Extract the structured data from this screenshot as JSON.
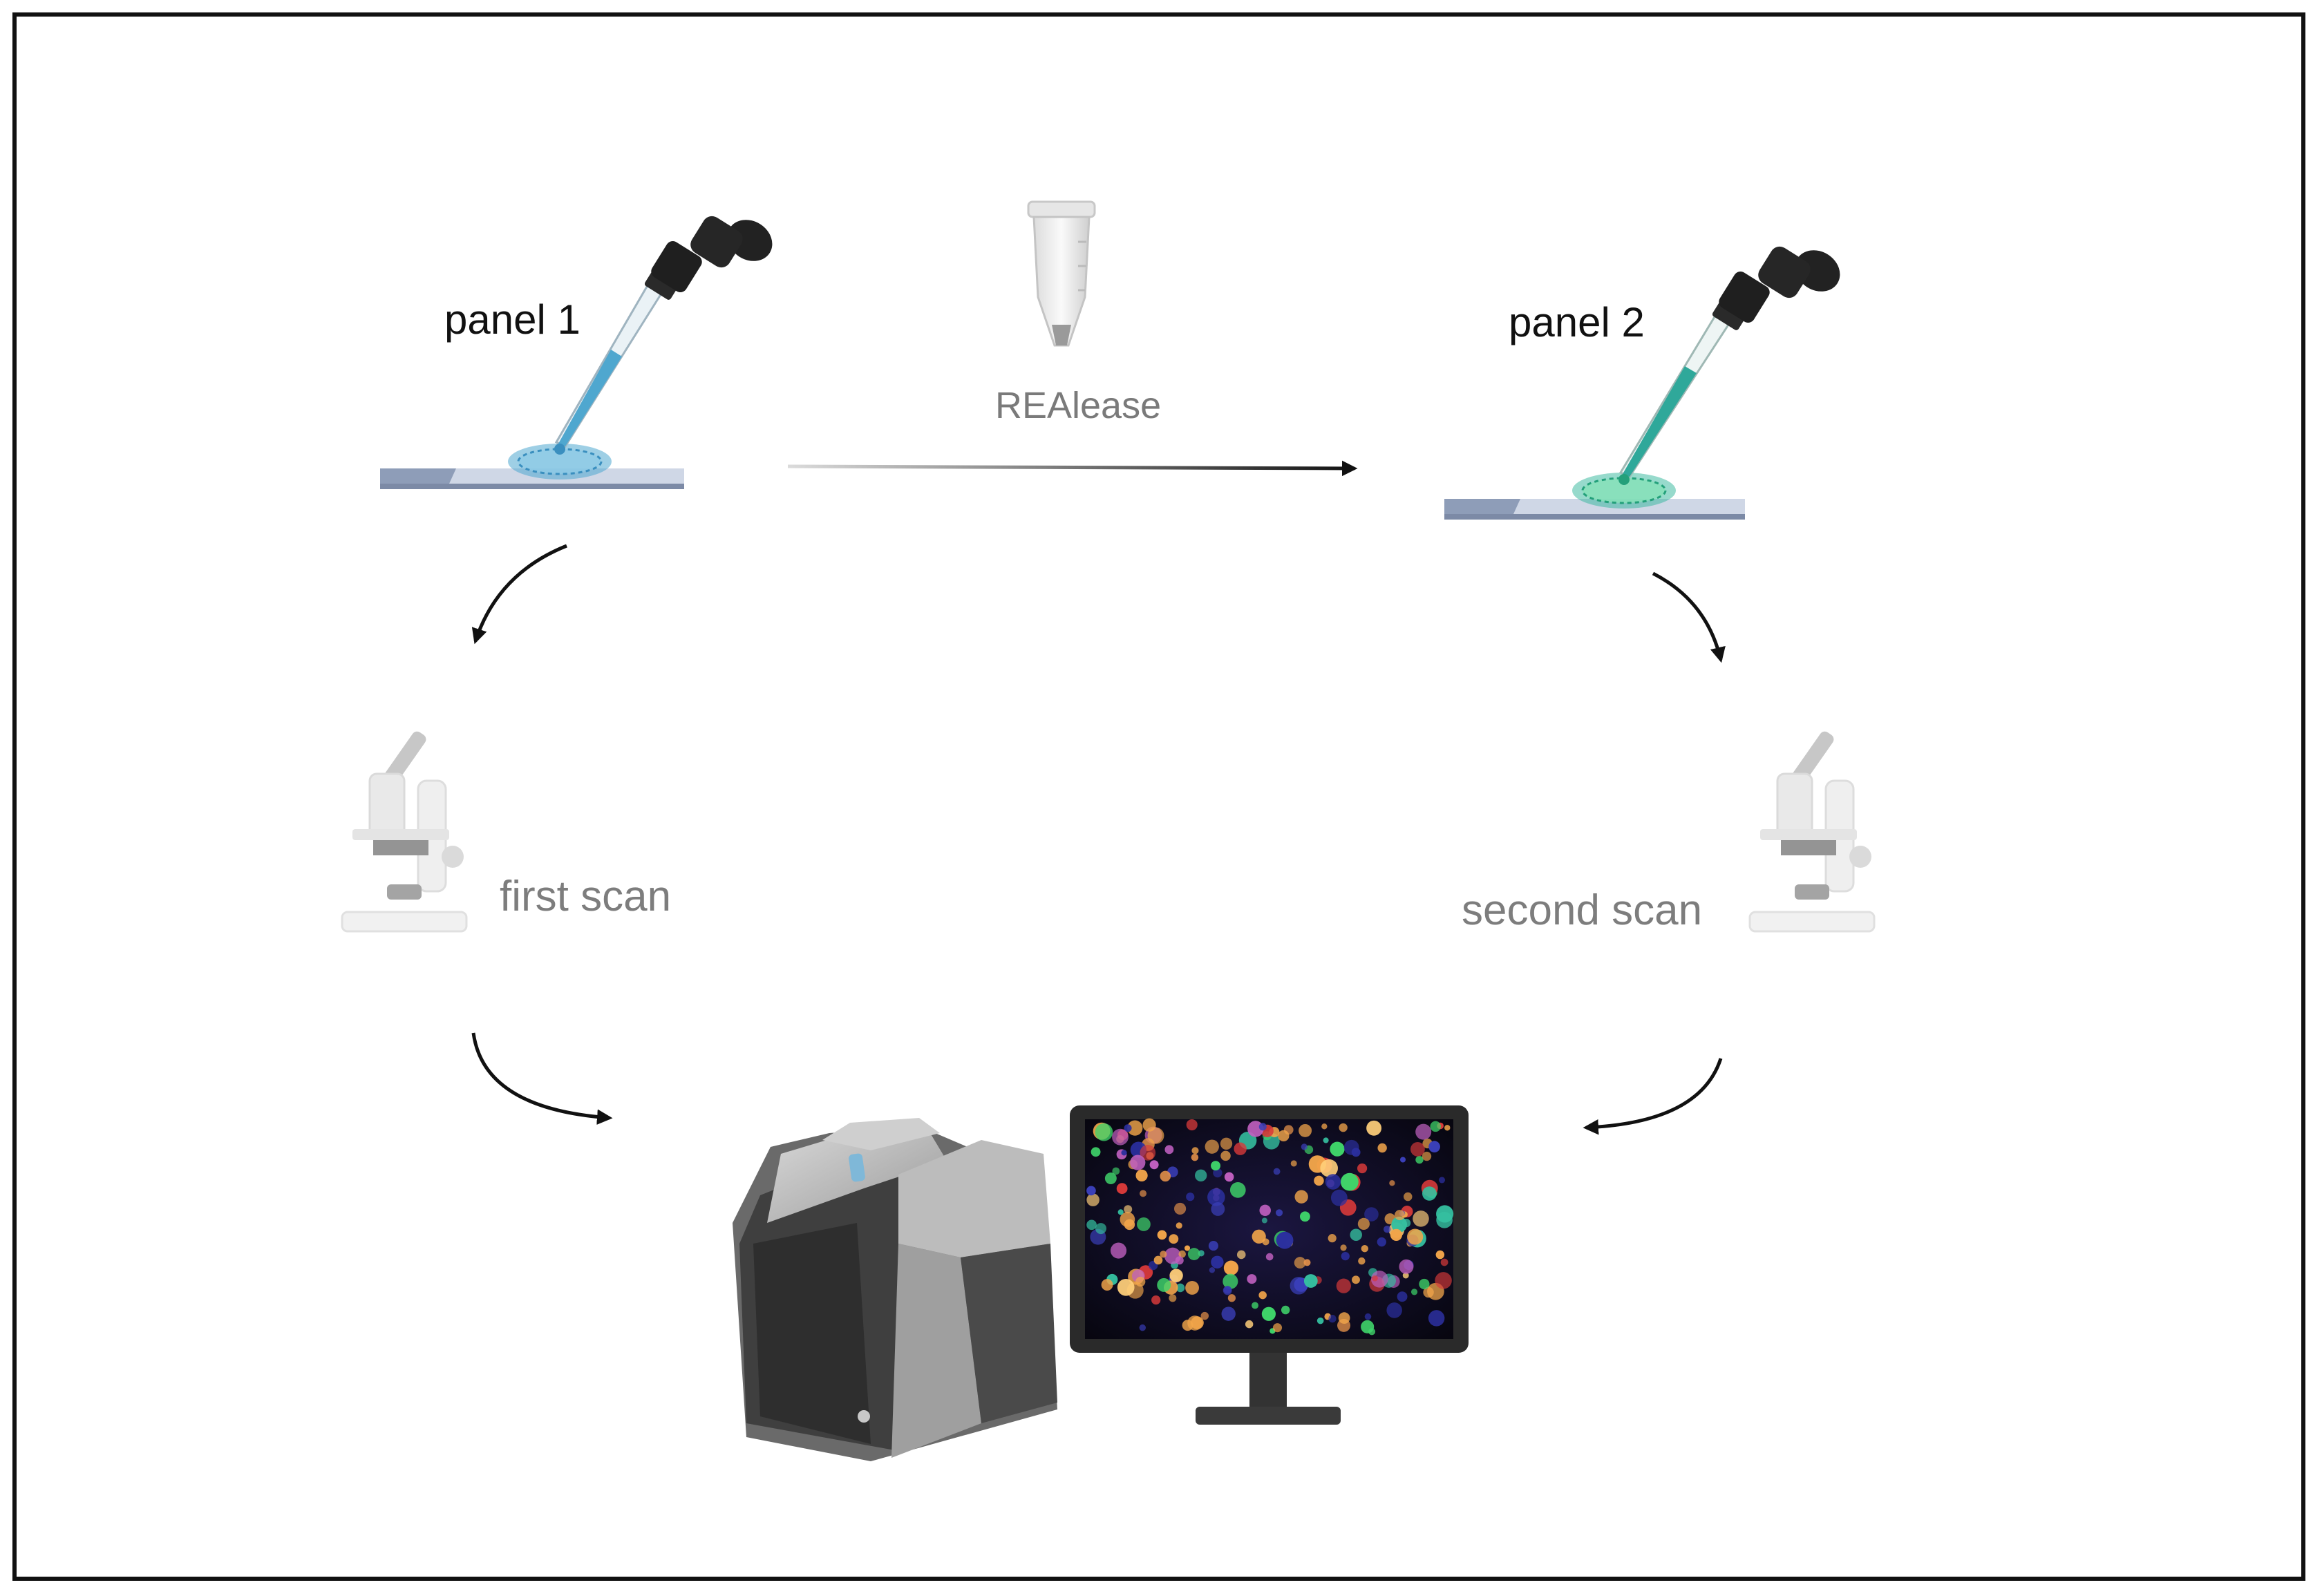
{
  "labels": {
    "panel1": "panel 1",
    "panel2": "panel 2",
    "reagent": "REAlease",
    "first_scan": "first scan",
    "second_scan": "second scan"
  },
  "icons": {
    "pipette_1": "dropper-icon",
    "pipette_2": "dropper-icon",
    "slide_1": "microscope-slide-icon",
    "slide_2": "microscope-slide-icon",
    "tube": "microcentrifuge-tube-icon",
    "microscope_1": "microscope-icon",
    "microscope_2": "microscope-icon",
    "scanner": "imaging-scanner-icon",
    "monitor": "monitor-icon"
  },
  "colors": {
    "panel1_stain": "#4fa7cf",
    "panel2_stain": "#2fb59a",
    "slide": "#8e9db8",
    "arrow": "#111111",
    "faded_text": "#7d7d7d"
  }
}
